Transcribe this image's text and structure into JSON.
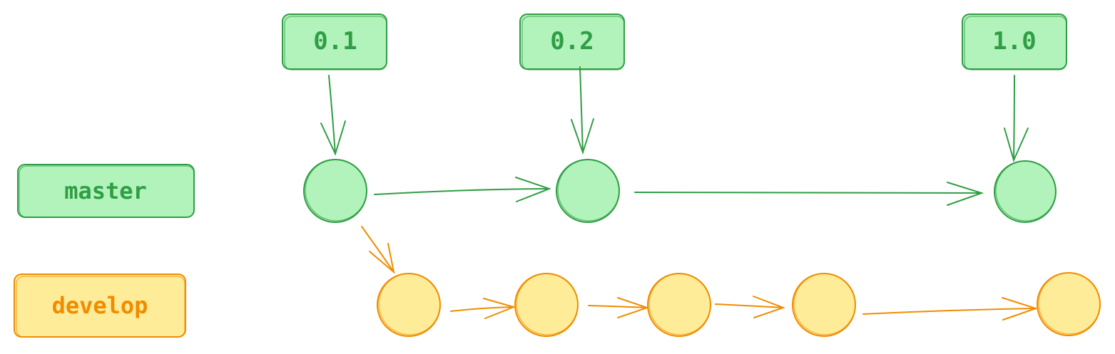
{
  "colors": {
    "master_fill": "#b2f2bb",
    "master_stroke": "#2f9e44",
    "develop_fill": "#ffec99",
    "develop_stroke": "#f08c00"
  },
  "branches": {
    "master": {
      "label": "master"
    },
    "develop": {
      "label": "develop"
    }
  },
  "tags": [
    {
      "label": "0.1"
    },
    {
      "label": "0.2"
    },
    {
      "label": "1.0"
    }
  ]
}
